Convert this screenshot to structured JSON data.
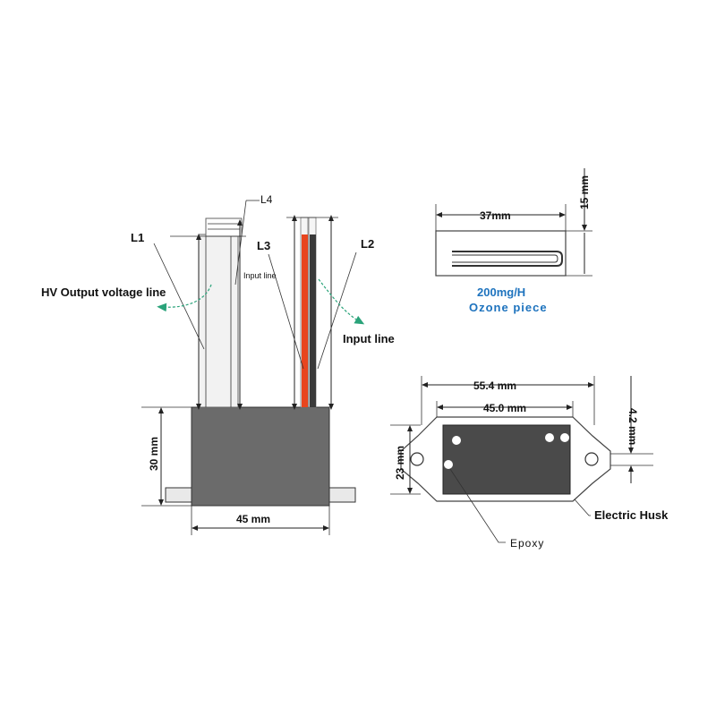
{
  "labels": {
    "l1": "L1",
    "l2": "L2",
    "l3": "L3",
    "l4": "L4",
    "hv_output": "HV Output voltage line",
    "input_line_small": "Input line",
    "input_line": "Input line",
    "dim_30mm": "30 mm",
    "dim_45mm": "45 mm",
    "dim_37mm": "37mm",
    "dim_15mm": "15 mm",
    "ozone_rate": "200mg/H",
    "ozone_piece": "Ozone piece",
    "dim_55_4mm": "55.4 mm",
    "dim_45_0mm": "45.0 mm",
    "dim_4_2mm": "4.2 mm",
    "dim_23mm": "23 mm",
    "electric_husk": "Electric Husk",
    "epoxy": "Epoxy"
  },
  "colors": {
    "body_gray": "#6b6b6b",
    "top_face_dark": "#4a4a4a",
    "wire_red": "#e8451e",
    "wire_black": "#3a3a3a",
    "arrow_green": "#2aa37a",
    "accent_blue": "#1e73be"
  }
}
